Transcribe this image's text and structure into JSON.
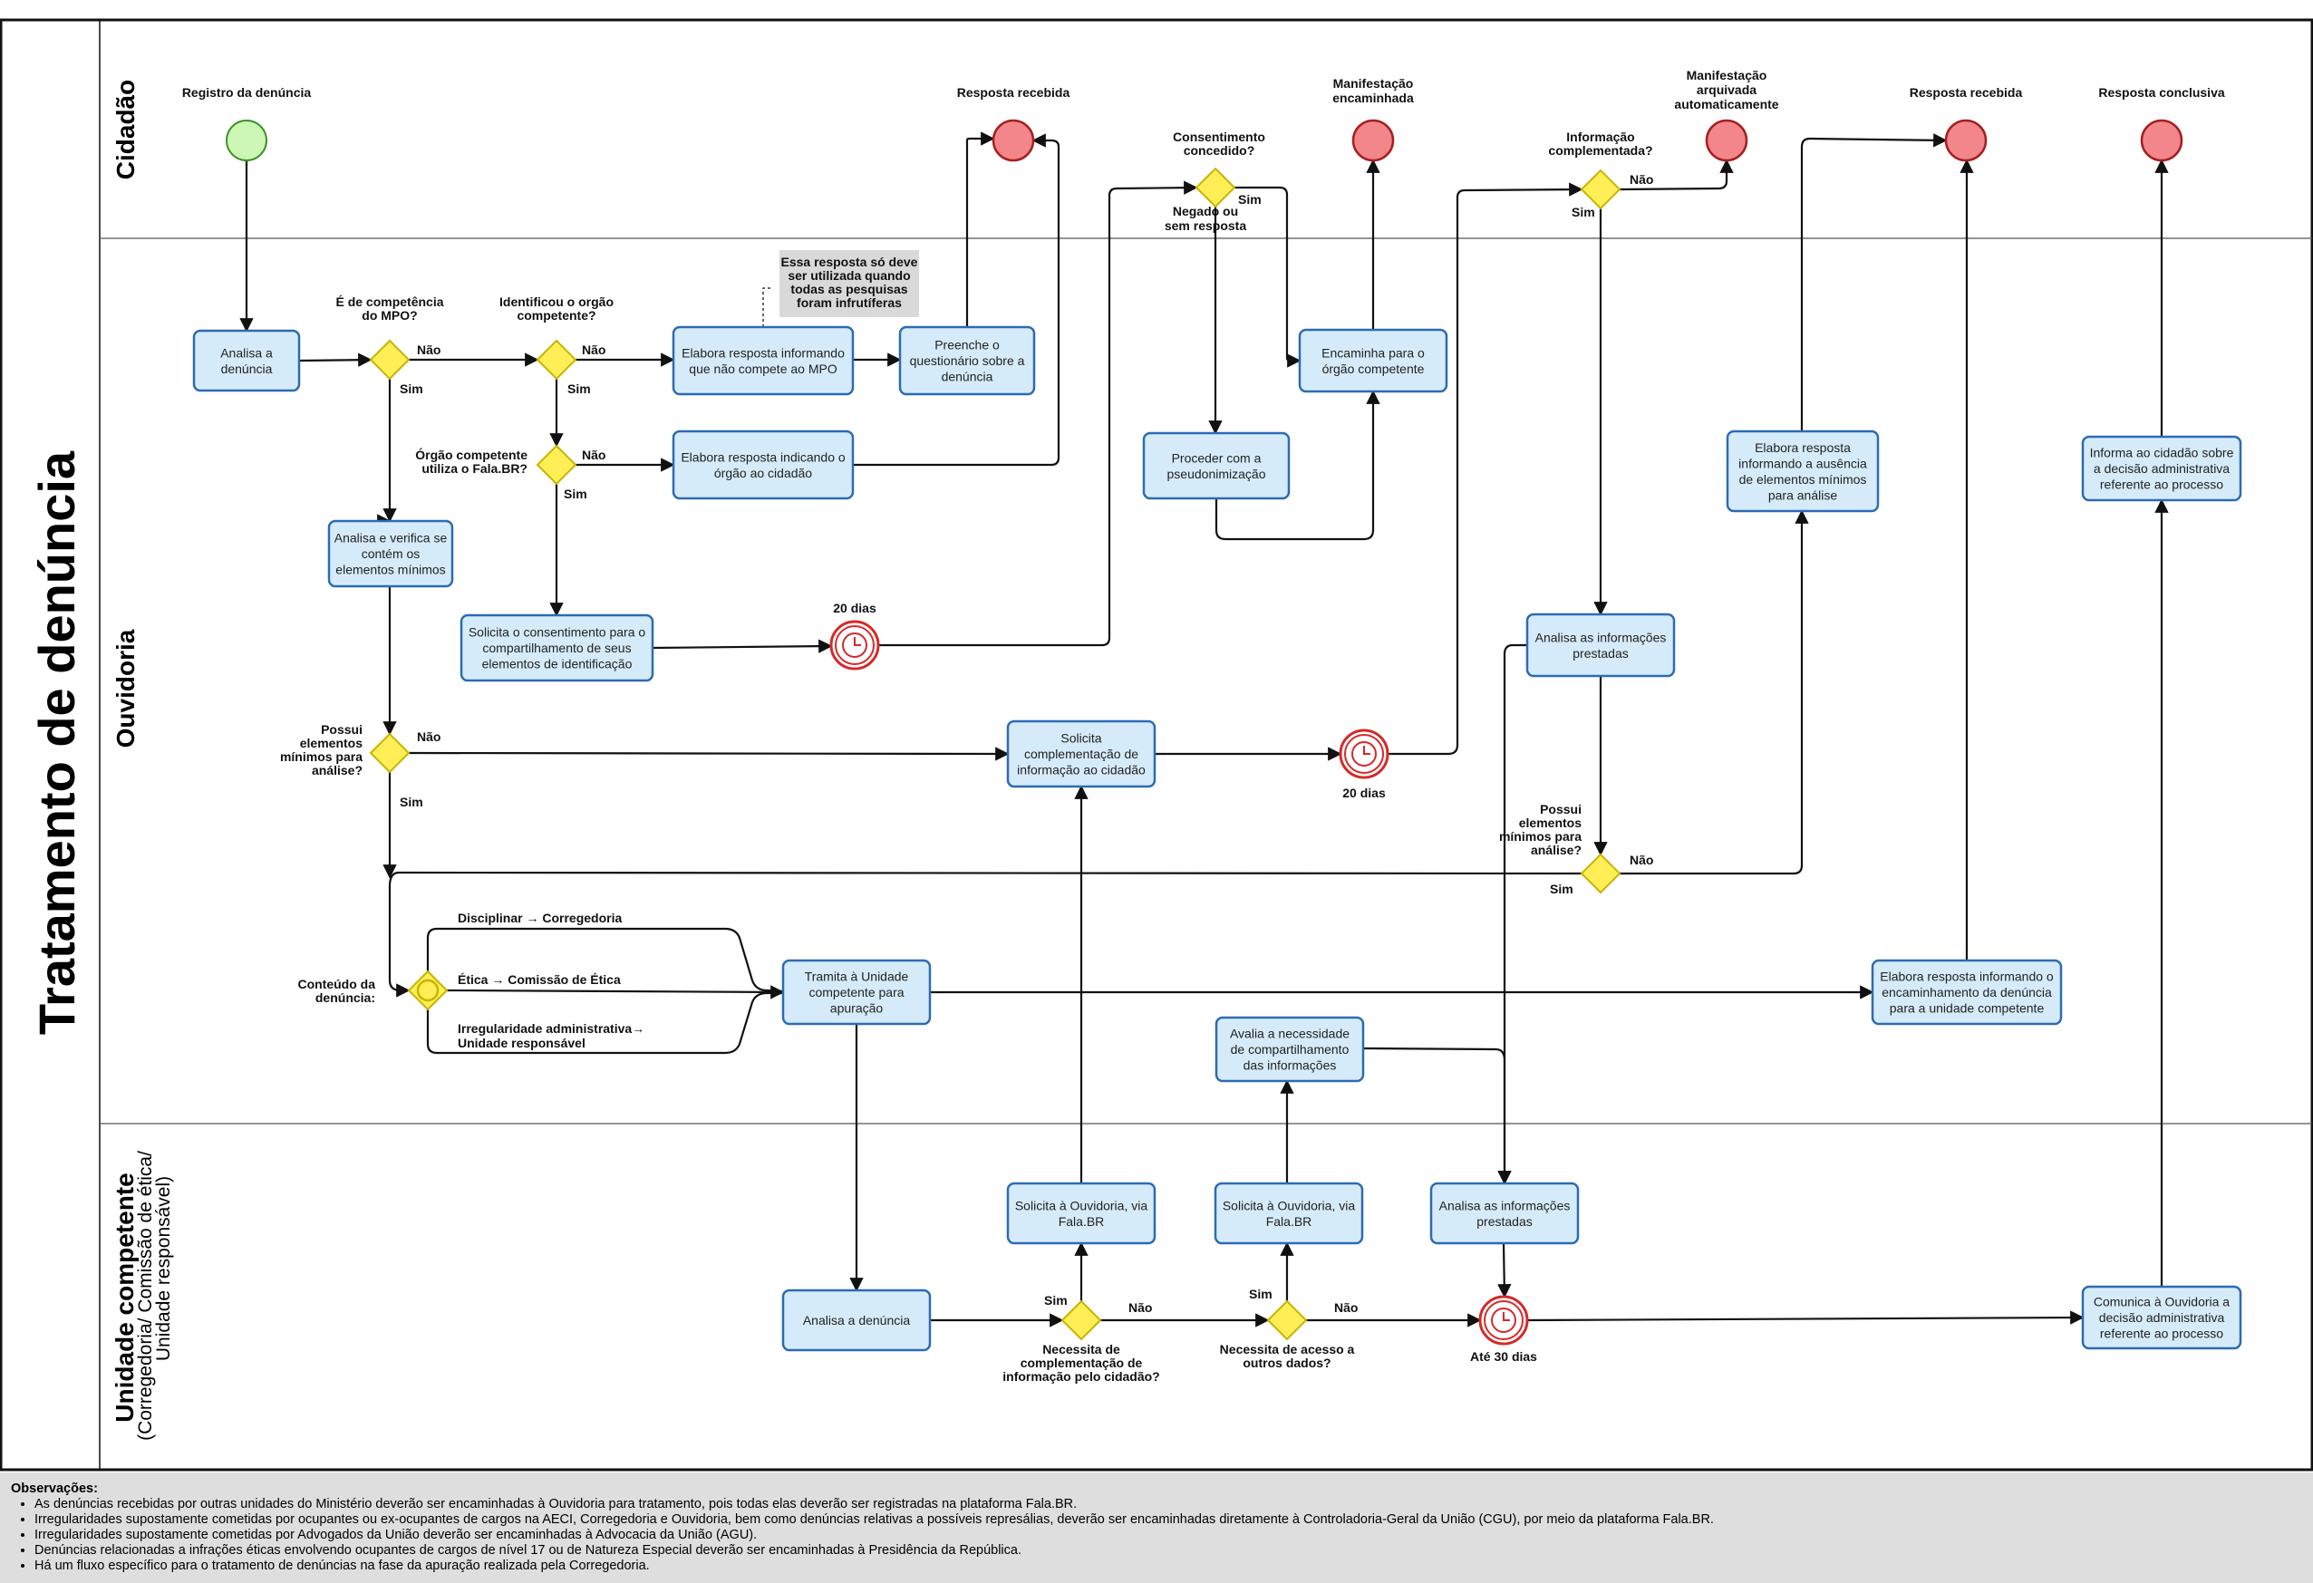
{
  "title": "Tratamento de  denúncia",
  "lanes": {
    "cidadao": "Cidadão",
    "ouvidoria": "Ouvidoria",
    "unidade": "Unidade competente",
    "unidade_sub_1": "(Corregedoria/ Comissão de ética/",
    "unidade_sub_2": "Unidade responsável)"
  },
  "events": [
    {
      "id": "start",
      "type": "start",
      "label": [
        "Registro da denúncia"
      ]
    },
    {
      "id": "end1",
      "type": "end",
      "label": [
        "Resposta recebida"
      ]
    },
    {
      "id": "end2",
      "type": "end",
      "label": [
        "Manifestação",
        "encaminhada"
      ]
    },
    {
      "id": "end3",
      "type": "end",
      "label": [
        "Manifestação",
        "arquivada",
        "automaticamente"
      ]
    },
    {
      "id": "end4",
      "type": "end",
      "label": [
        "Resposta recebida"
      ]
    },
    {
      "id": "end5",
      "type": "end",
      "label": [
        "Resposta conclusiva"
      ]
    },
    {
      "id": "timer1",
      "type": "timer",
      "label": [
        "20 dias"
      ]
    },
    {
      "id": "timer2",
      "type": "timer",
      "label": [
        "20 dias"
      ]
    },
    {
      "id": "timer3",
      "type": "timer",
      "label": [
        "Até 30 dias"
      ]
    }
  ],
  "tasks": [
    {
      "id": "t_analisa",
      "lines": [
        "Analisa a",
        "denúncia"
      ]
    },
    {
      "id": "t_verifica",
      "lines": [
        "Analisa e verifica se",
        "contém os",
        "elementos mínimos"
      ]
    },
    {
      "id": "t_nao_compete",
      "lines": [
        "Elabora resposta informando",
        "que não compete ao MPO"
      ]
    },
    {
      "id": "t_questionario",
      "lines": [
        "Preenche o",
        "questionário sobre a",
        "denúncia"
      ]
    },
    {
      "id": "t_indicando",
      "lines": [
        "Elabora resposta indicando o",
        "órgão ao cidadão"
      ]
    },
    {
      "id": "t_consentimento",
      "lines": [
        "Solicita o consentimento para o",
        "compartilhamento de seus",
        "elementos de identificação"
      ]
    },
    {
      "id": "t_pseudo",
      "lines": [
        "Proceder com a",
        "pseudonimização"
      ]
    },
    {
      "id": "t_encaminha",
      "lines": [
        "Encaminha para o",
        "órgão competente"
      ]
    },
    {
      "id": "t_complementacao",
      "lines": [
        "Solicita",
        "complementação de",
        "informação ao cidadão"
      ]
    },
    {
      "id": "t_analisa_info",
      "lines": [
        "Analisa as informações",
        "prestadas"
      ]
    },
    {
      "id": "t_ausencia",
      "lines": [
        "Elabora resposta",
        "informando a ausência",
        "de elementos mínimos",
        "para análise"
      ]
    },
    {
      "id": "t_informa",
      "lines": [
        "Informa ao cidadão sobre",
        "a decisão administrativa",
        "referente ao processo"
      ]
    },
    {
      "id": "t_tramita",
      "lines": [
        "Tramita à Unidade",
        "competente para",
        "apuração"
      ]
    },
    {
      "id": "t_avalia",
      "lines": [
        "Avalia a necessidade",
        "de compartilhamento",
        "das informações"
      ]
    },
    {
      "id": "t_elabora_enc",
      "lines": [
        "Elabora resposta informando o",
        "encaminhamento da denúncia",
        "para a unidade competente"
      ]
    },
    {
      "id": "t_sol_ouv1",
      "lines": [
        "Solicita à Ouvidoria, via",
        "Fala.BR"
      ]
    },
    {
      "id": "t_sol_ouv2",
      "lines": [
        "Solicita à Ouvidoria, via",
        "Fala.BR"
      ]
    },
    {
      "id": "t_analisa_info2",
      "lines": [
        "Analisa as informações",
        "prestadas"
      ]
    },
    {
      "id": "t_analisa_den",
      "lines": [
        "Analisa a denúncia"
      ]
    },
    {
      "id": "t_comunica",
      "lines": [
        "Comunica à Ouvidoria a",
        "decisão administrativa",
        "referente ao processo"
      ]
    }
  ],
  "gateways": [
    {
      "id": "g1",
      "label": [
        "É de competência",
        "do MPO?"
      ]
    },
    {
      "id": "g2",
      "label": [
        "Identificou o orgão",
        "competente?"
      ]
    },
    {
      "id": "g3",
      "label": [
        "Órgão competente",
        "utiliza o Fala.BR?"
      ]
    },
    {
      "id": "g4",
      "label": [
        "Consentimento",
        "concedido?"
      ]
    },
    {
      "id": "g5",
      "label": [
        "Informação",
        "complementada?"
      ]
    },
    {
      "id": "g6",
      "label": [
        "Possui",
        "elementos",
        "mínimos para",
        "análise?"
      ]
    },
    {
      "id": "g7",
      "label": [
        "Possui",
        "elementos",
        "mínimos para",
        "análise?"
      ]
    },
    {
      "id": "g8",
      "label": [
        "Conteúdo da",
        "denúncia:"
      ]
    },
    {
      "id": "g9",
      "label": [
        "Necessita de",
        "complementação de",
        "informação pelo cidadão?"
      ]
    },
    {
      "id": "g10",
      "label": [
        "Necessita de acesso a",
        "outros dados?"
      ]
    }
  ],
  "flow_labels": {
    "sim": "Sim",
    "nao": "Não",
    "negado": [
      "Negado ou",
      "sem resposta"
    ],
    "disciplinar": "Disciplinar → Corregedoria",
    "etica": "Ética → Comissão de Ética",
    "irregularidade": [
      "Irregularidade administrativa→",
      "Unidade responsável"
    ]
  },
  "annotation": [
    "Essa resposta só deve",
    "ser utilizada quando",
    "todas as pesquisas",
    "foram infrutíferas"
  ],
  "notes": {
    "title": "Observações:",
    "items": [
      "As denúncias recebidas por outras unidades do Ministério deverão ser encaminhadas à Ouvidoria para tratamento, pois todas elas deverão ser registradas na plataforma Fala.BR.",
      "Irregularidades supostamente cometidas por ocupantes ou ex-ocupantes de cargos na AECI, Corregedoria e Ouvidoria, bem como denúncias relativas a possíveis represálias, deverão ser encaminhadas diretamente à Controladoria-Geral da União (CGU), por meio da plataforma Fala.BR.",
      "Irregularidades supostamente cometidas por Advogados da União deverão ser encaminhadas à Advocacia da União (AGU).",
      "Denúncias relacionadas a infrações éticas envolvendo ocupantes de cargos de nível 17 ou de Natureza Especial deverão ser encaminhadas à Presidência da República.",
      "Há um fluxo específico para o tratamento de denúncias na fase da apuração realizada pela Corregedoria."
    ]
  },
  "colors": {
    "task_fill": "#d6ebf9",
    "task_stroke": "#2c6bb3",
    "gateway": "#ffee55",
    "start": "#cdf7b4",
    "end": "#f3868a",
    "timer": "#d42a2a",
    "note_bg": "#dedede"
  }
}
